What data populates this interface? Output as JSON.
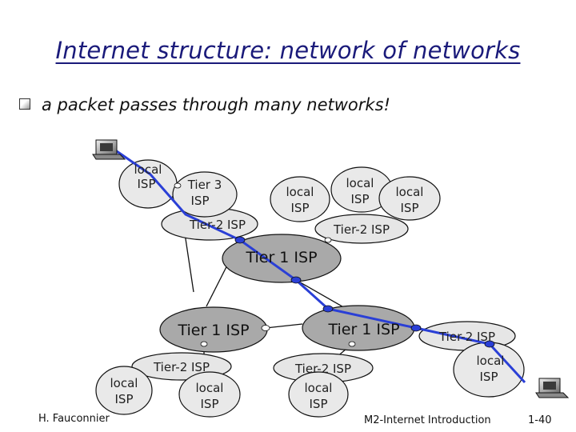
{
  "title": "Internet structure: network of networks",
  "bullet": "a packet passes through many networks!",
  "nodes": {
    "local_isp_1": "local\nISP",
    "tier3": "Tier 3\nISP",
    "tier2_left": "Tier-2 ISP",
    "local_isp_2": "local\nISP",
    "local_isp_3": "local\nISP",
    "local_isp_4": "local\nISP",
    "tier2_right": "Tier-2 ISP",
    "tier1_top": "Tier 1 ISP",
    "tier1_left": "Tier 1 ISP",
    "tier1_right": "Tier 1 ISP",
    "tier2_far_right": "Tier-2 ISP",
    "local_isp_5": "local\nISP",
    "tier2_bottom_left": "Tier-2 ISP",
    "local_isp_6": "local\nISP",
    "local_isp_7": "local\nISP",
    "tier2_bottom_mid": "Tier-2 ISP",
    "local_isp_8": "local\nISP"
  },
  "colors": {
    "title": "#1a1a7a",
    "packet_path": "#2a3fd6",
    "tier1_fill": "#a9a9a9",
    "tier2_fill": "#e6e6e6"
  },
  "footer": {
    "author": "H. Fauconnier",
    "course": "M2-Internet Introduction",
    "slide": "1-40"
  }
}
